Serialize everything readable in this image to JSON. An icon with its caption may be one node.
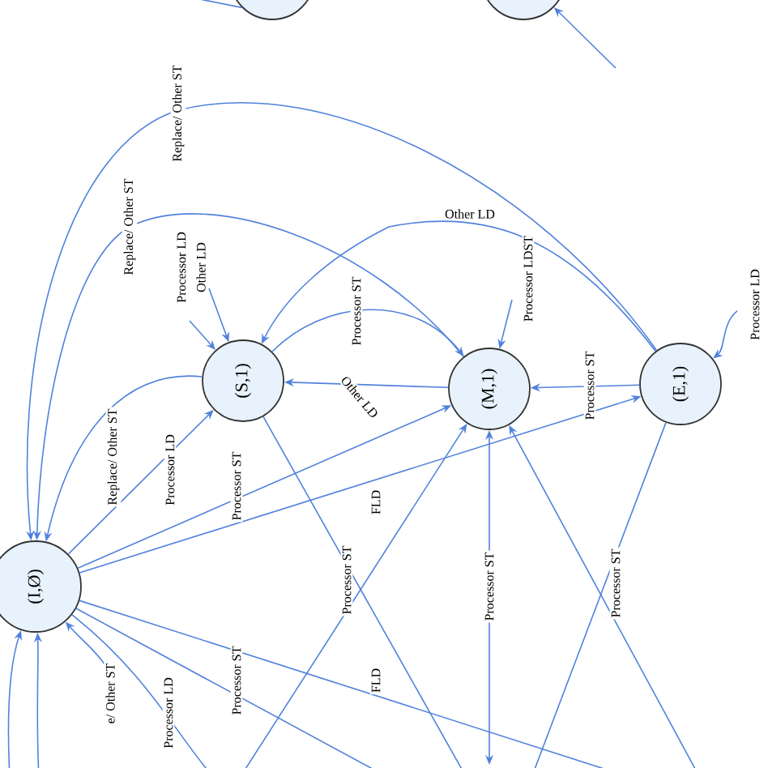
{
  "diagram": {
    "nodes": [
      {
        "text": [],
        "shape": "circle"
      },
      {
        "text": [],
        "shape": "circle"
      },
      {
        "text": [
          "(S,1)"
        ]
      },
      {
        "text": [
          "(M,1)"
        ]
      },
      {
        "text": [
          "(E,1)"
        ]
      },
      {
        "text": [
          "(I,Ø)"
        ]
      }
    ],
    "edges": [
      {
        "from": null,
        "to": 0,
        "arrow": "none"
      },
      {
        "from": null,
        "to": 1,
        "arrow": "to"
      },
      {
        "from": 4,
        "to": 5,
        "arrow": "to",
        "label": "Replace/ Other ST"
      },
      {
        "from": 3,
        "to": 5,
        "arrow": "to",
        "label": "Replace/ Other ST"
      },
      {
        "from": 2,
        "to": 5,
        "arrow": "to",
        "label": "Replace/ Other ST"
      },
      {
        "from": null,
        "to": 2,
        "arrow": "to",
        "label": "Processor LD"
      },
      {
        "from": null,
        "to": 2,
        "arrow": "to",
        "label": "Other LD"
      },
      {
        "from": 4,
        "to": 2,
        "arrow": "to",
        "label": "Other LD"
      },
      {
        "from": 2,
        "to": 3,
        "arrow": "to",
        "label": "Processor ST"
      },
      {
        "from": 3,
        "to": 2,
        "arrow": "to",
        "label": "Other LD"
      },
      {
        "from": null,
        "to": 3,
        "arrow": "to",
        "label": "Processor LDST"
      },
      {
        "from": 4,
        "to": 3,
        "arrow": "to",
        "label": "Processor ST"
      },
      {
        "from": null,
        "to": 4,
        "arrow": "to",
        "label": "Processor LD"
      },
      {
        "from": 5,
        "to": 2,
        "arrow": "to",
        "label": "Processor LD"
      },
      {
        "from": 5,
        "to": 3,
        "arrow": "to",
        "label": "Processor ST"
      },
      {
        "from": 5,
        "to": 4,
        "arrow": "to",
        "label": "FLD"
      },
      {
        "from": 2,
        "to": null,
        "arrow": "none",
        "label": "Processor ST"
      },
      {
        "from": null,
        "to": 3,
        "arrow": "to"
      },
      {
        "from": 3,
        "to": null,
        "arrow": "both",
        "label": "Processor ST"
      },
      {
        "from": null,
        "to": 3,
        "arrow": "to"
      },
      {
        "from": 4,
        "to": null,
        "arrow": "none",
        "label": "Processor ST"
      },
      {
        "from": 5,
        "to": null,
        "arrow": "none",
        "label": "Processor ST"
      },
      {
        "from": 5,
        "to": null,
        "arrow": "none",
        "label": "FLD"
      },
      {
        "from": 5,
        "to": null,
        "arrow": "none",
        "label": "Processor LD"
      },
      {
        "from": null,
        "to": 5,
        "arrow": "to"
      },
      {
        "from": null,
        "to": 5,
        "arrow": "to"
      },
      {
        "from": null,
        "to": 5,
        "arrow": "to",
        "label": "e/ Other ST"
      }
    ]
  }
}
